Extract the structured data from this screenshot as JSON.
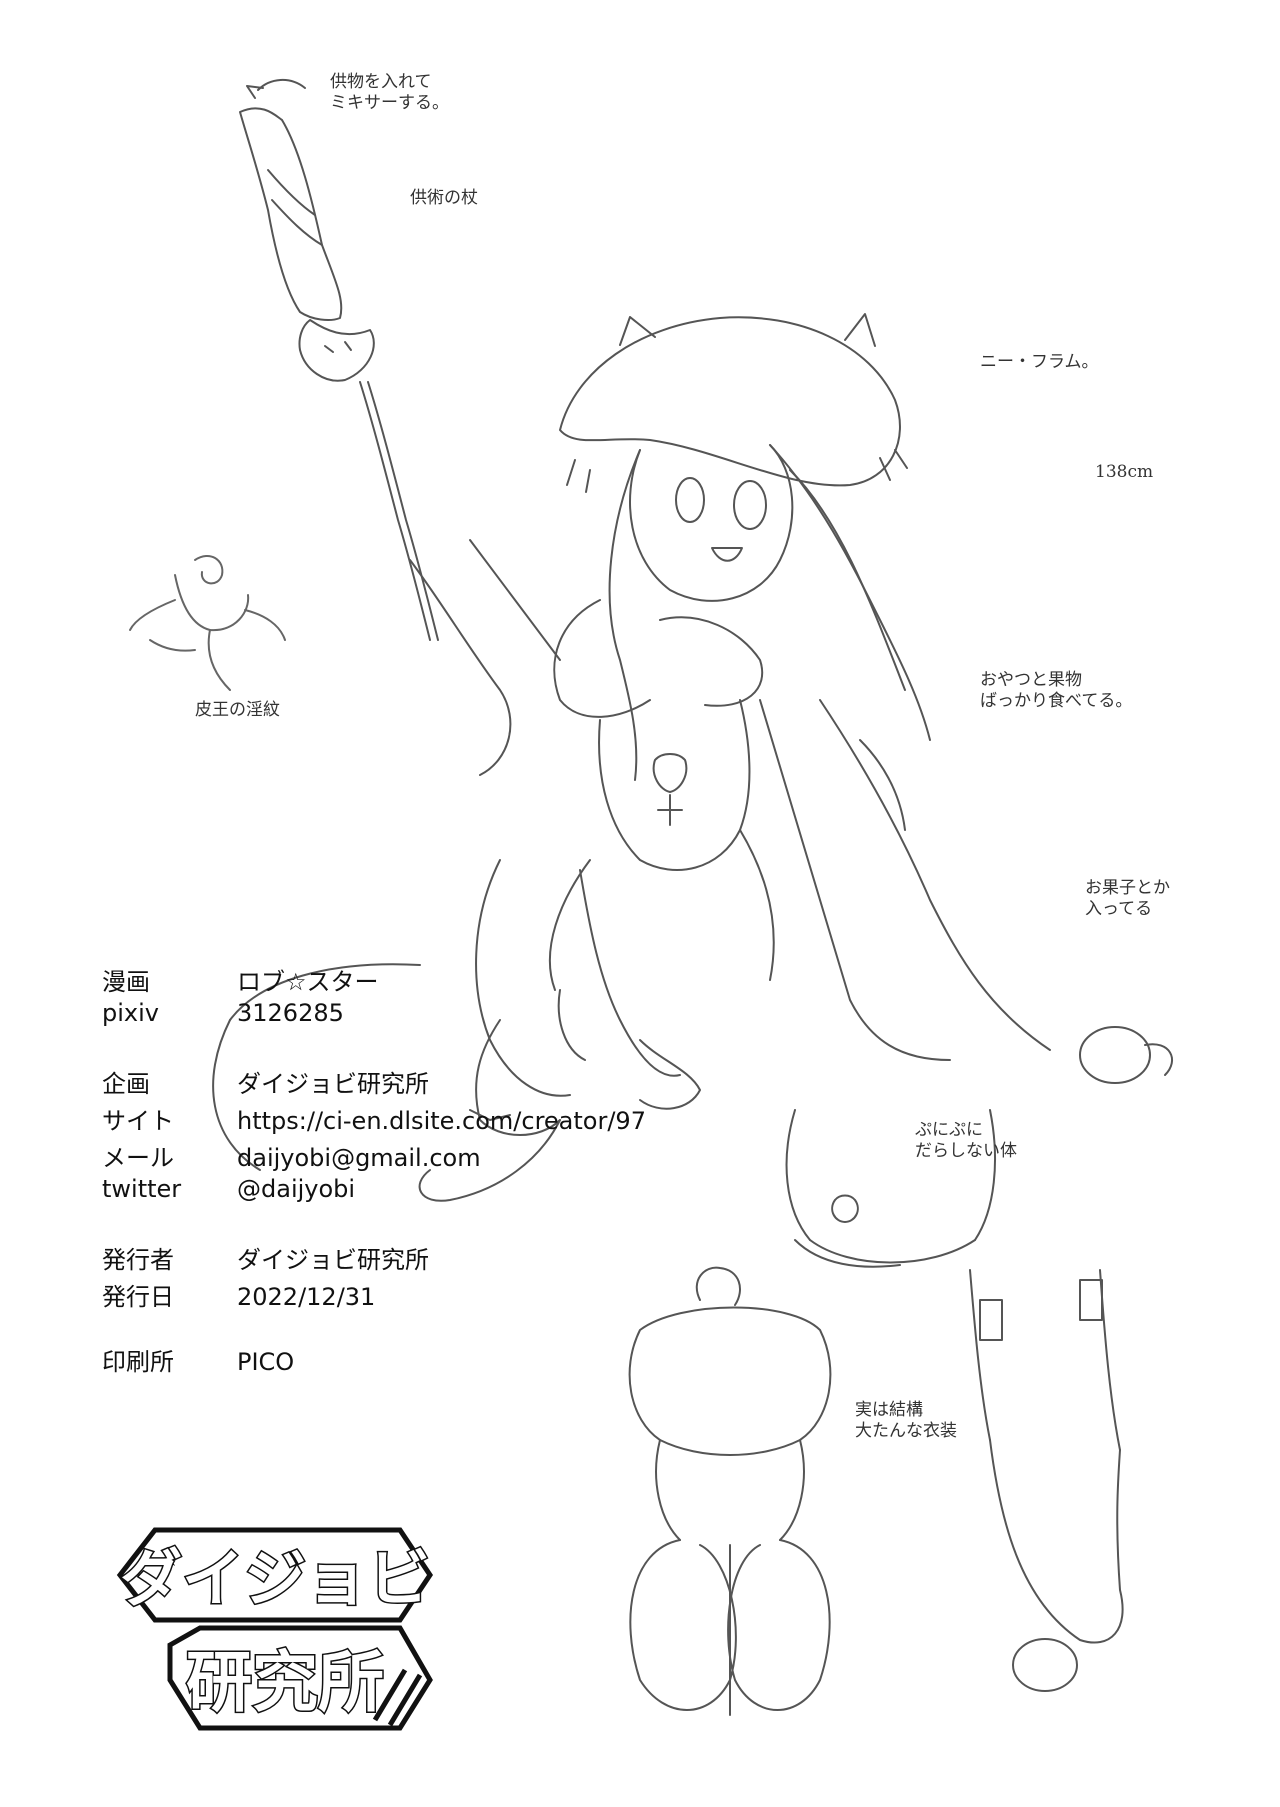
{
  "notes": [
    {
      "id": "offering-mixer",
      "text": "供物を入れて\nミキサーする。"
    },
    {
      "id": "staff",
      "text": "供術の杖"
    },
    {
      "id": "character-name",
      "text": "ニー・フラム。"
    },
    {
      "id": "height",
      "text": "138cm"
    },
    {
      "id": "crest",
      "text": "皮王の淫紋"
    },
    {
      "id": "snacks",
      "text": "おやつと果物\nばっかり食べてる。"
    },
    {
      "id": "sleeve",
      "text": "お果子とか\n入ってる"
    },
    {
      "id": "body",
      "text": "ぷにぷに\nだらしない体"
    },
    {
      "id": "outfit",
      "text": "実は結構\n大たんな衣装"
    }
  ],
  "colophon": {
    "groups": [
      [
        {
          "label": "漫画",
          "value": "ロブ☆スター"
        },
        {
          "label": "pixiv",
          "value": "3126285"
        }
      ],
      [
        {
          "label": "企画",
          "value": "ダイジョビ研究所"
        },
        {
          "label": "サイト",
          "value": "https://ci-en.dlsite.com/creator/97"
        },
        {
          "label": "メール",
          "value": "daijyobi@gmail.com"
        },
        {
          "label": "twitter",
          "value": "@daijyobi"
        }
      ],
      [
        {
          "label": "発行者",
          "value": "ダイジョビ研究所"
        },
        {
          "label": "発行日",
          "value": "2022/12/31"
        }
      ],
      [
        {
          "label": "印刷所",
          "value": "PICO"
        }
      ]
    ]
  },
  "logo": {
    "line1": "ダイジョビ",
    "line2": "研究所"
  }
}
